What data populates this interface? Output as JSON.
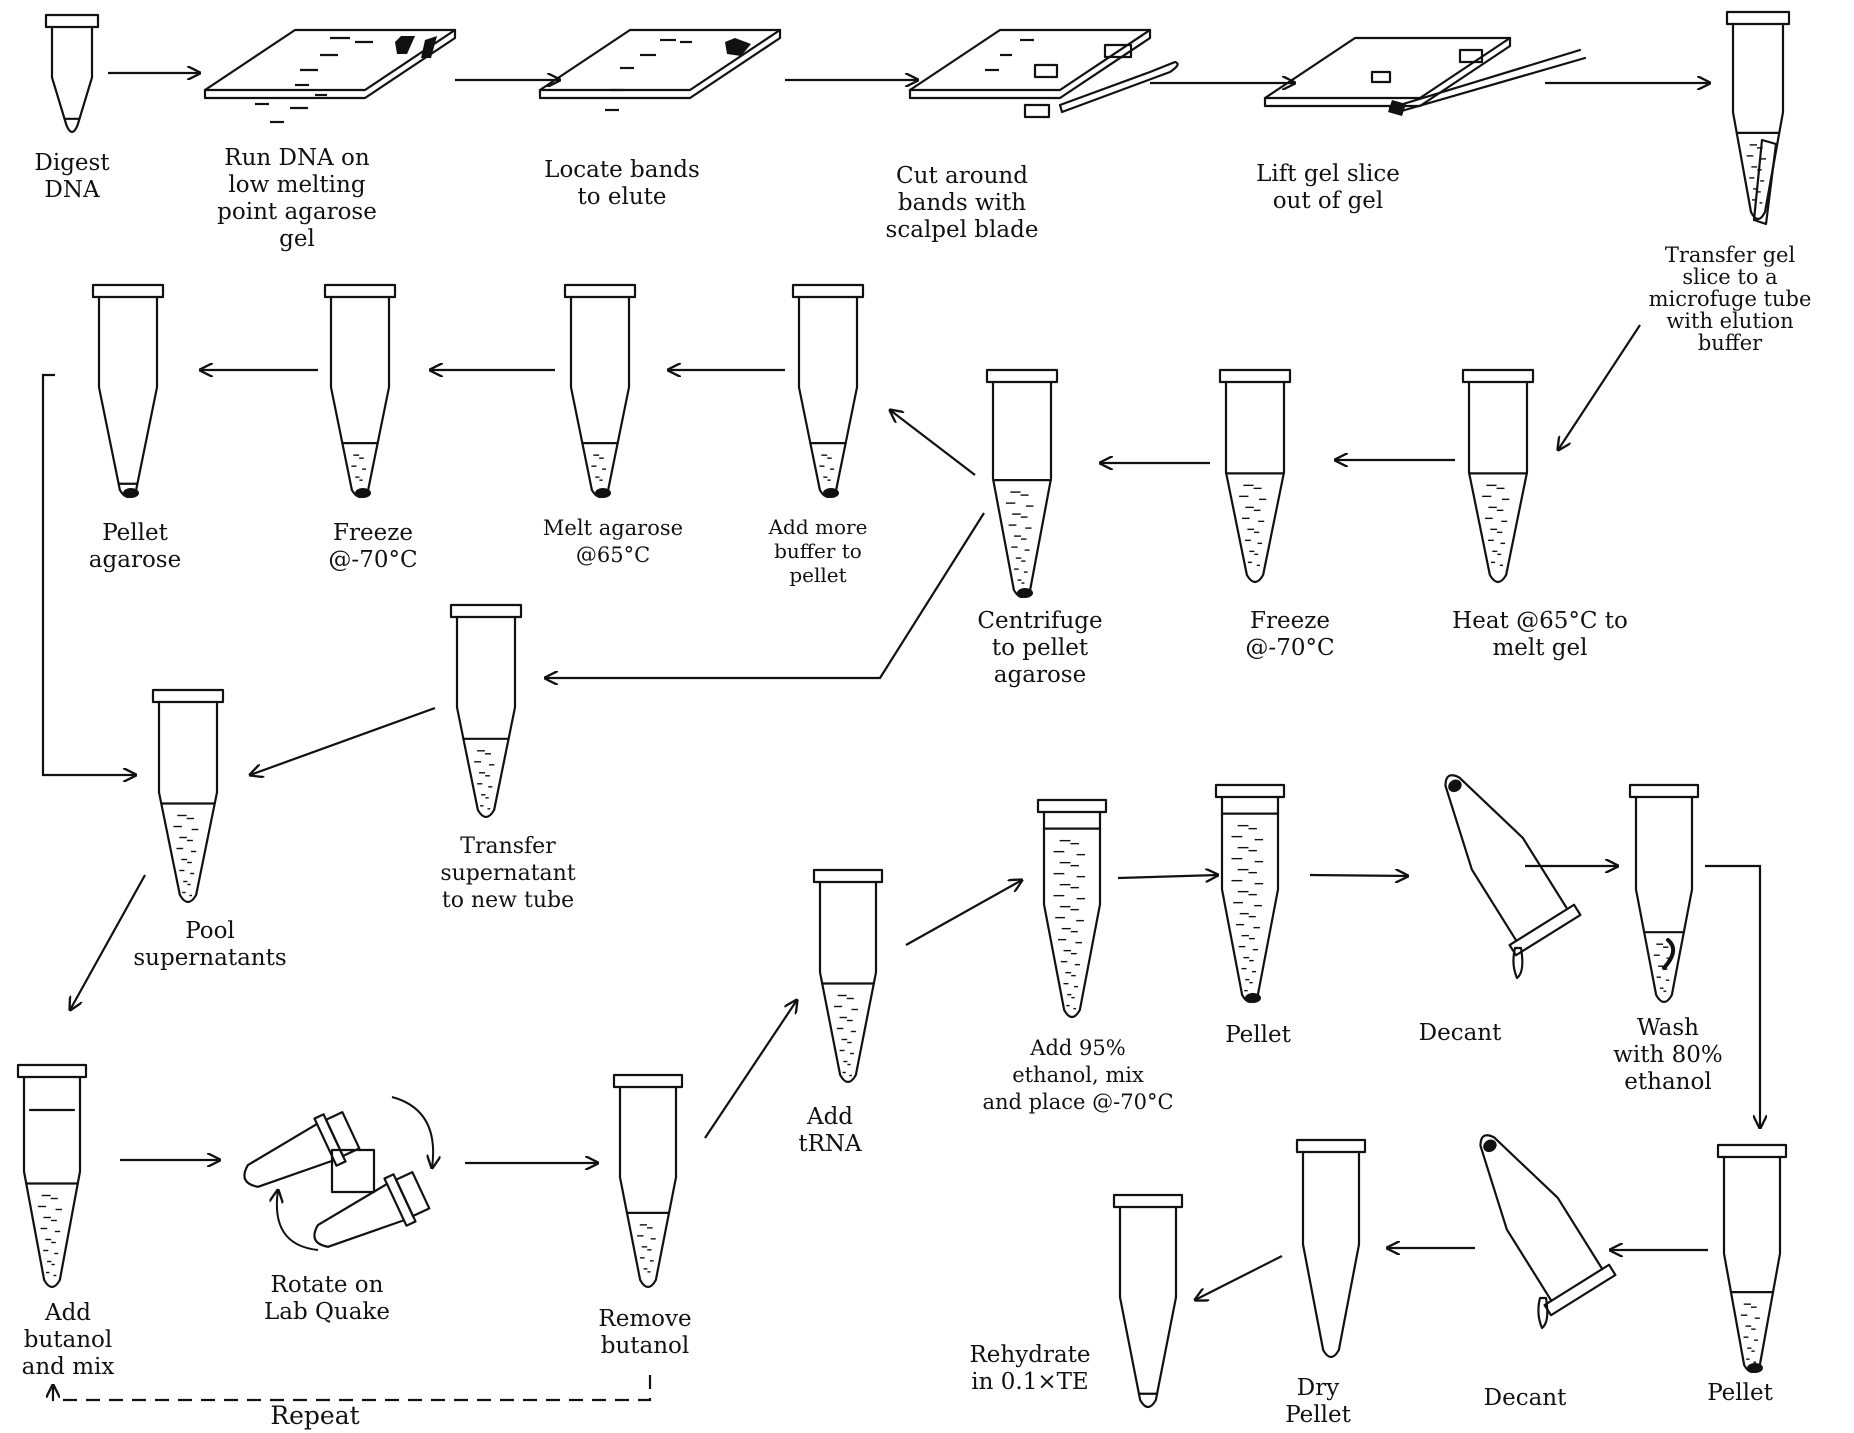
{
  "diagram": {
    "steps": [
      {
        "id": "digest",
        "lines": [
          "Digest",
          "DNA"
        ]
      },
      {
        "id": "run-gel",
        "lines": [
          "Run DNA on",
          "low melting",
          "point agarose",
          "gel"
        ]
      },
      {
        "id": "locate",
        "lines": [
          "Locate bands",
          "to elute"
        ]
      },
      {
        "id": "cut",
        "lines": [
          "Cut around",
          "bands with",
          "scalpel blade"
        ]
      },
      {
        "id": "lift",
        "lines": [
          "Lift gel slice",
          "out of gel"
        ]
      },
      {
        "id": "transfer-slice",
        "lines": [
          "Transfer gel",
          "slice to a",
          "microfuge tube",
          "with elution",
          "buffer"
        ]
      },
      {
        "id": "heat",
        "lines": [
          "Heat @65°C to",
          "melt gel"
        ]
      },
      {
        "id": "freeze-1",
        "lines": [
          "Freeze",
          "@-70°C"
        ]
      },
      {
        "id": "centrifuge",
        "lines": [
          "Centrifuge",
          "to pellet",
          "agarose"
        ]
      },
      {
        "id": "add-buffer",
        "lines": [
          "Add more",
          "buffer to",
          "pellet"
        ]
      },
      {
        "id": "melt",
        "lines": [
          "Melt agarose",
          "@65°C"
        ]
      },
      {
        "id": "freeze-2",
        "lines": [
          "Freeze",
          "@-70°C"
        ]
      },
      {
        "id": "pellet-agarose",
        "lines": [
          "Pellet",
          "agarose"
        ]
      },
      {
        "id": "transfer-sup",
        "lines": [
          "Transfer",
          "supernatant",
          "to new tube"
        ]
      },
      {
        "id": "pool",
        "lines": [
          "Pool",
          "supernatants"
        ]
      },
      {
        "id": "add-butanol",
        "lines": [
          "Add",
          "butanol",
          "and mix"
        ]
      },
      {
        "id": "rotate",
        "lines": [
          "Rotate on",
          "Lab Quake"
        ]
      },
      {
        "id": "remove-butanol",
        "lines": [
          "Remove",
          "butanol"
        ]
      },
      {
        "id": "add-trna",
        "lines": [
          "Add",
          "tRNA"
        ]
      },
      {
        "id": "add-ethanol",
        "lines": [
          "Add 95%",
          "ethanol, mix",
          "and place @-70°C"
        ]
      },
      {
        "id": "pellet-1",
        "lines": [
          "Pellet"
        ]
      },
      {
        "id": "decant-1",
        "lines": [
          "Decant"
        ]
      },
      {
        "id": "wash",
        "lines": [
          "Wash",
          "with 80%",
          "ethanol"
        ]
      },
      {
        "id": "pellet-2",
        "lines": [
          "Pellet"
        ]
      },
      {
        "id": "decant-2",
        "lines": [
          "Decant"
        ]
      },
      {
        "id": "dry-pellet",
        "lines": [
          "Dry",
          "Pellet"
        ]
      },
      {
        "id": "rehydrate",
        "lines": [
          "Rehydrate",
          "in 0.1×TE"
        ]
      }
    ],
    "repeat_label": "Repeat"
  }
}
